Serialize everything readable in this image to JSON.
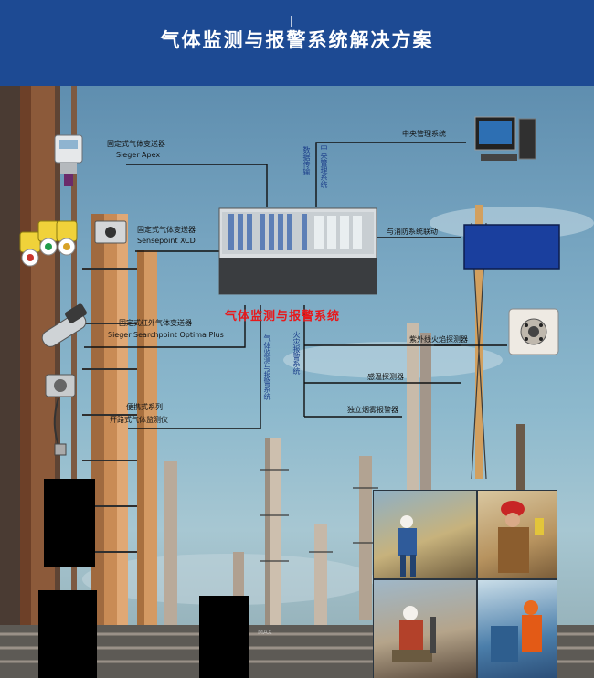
{
  "header": {
    "title": "气体监测与报警系统解决方案"
  },
  "colors": {
    "header_bg": "#1d4a93",
    "accent_red": "#e8181b",
    "fire_panel": "#1a3f9e",
    "vertical_text": "#1c3e8a"
  },
  "diagram": {
    "system_title": "气体监测与报警系统",
    "labels": {
      "sieger_apex_cn": "固定式气体变送器",
      "sieger_apex_en": "Sieger Apex",
      "xcd_cn": "固定式气体变送器",
      "xcd_en": "Sensepoint XCD",
      "optima_cn": "固定式红外气体变送器",
      "optima_en": "Sieger Searchpoint Optima Plus",
      "portable_cn1": "便携式系列",
      "portable_cn2": "开路式气体监测仪",
      "central_mgmt": "中央管理系统",
      "fire_link": "与消防系统联动",
      "uv_ir_flame": "紫外线火焰探测器",
      "heat_detector": "感温探测器",
      "smoke_detector": "独立烟雾报警器"
    },
    "vertical_labels": {
      "data_transfer": "数据传输",
      "central_system": "中央管理系统",
      "gas_alarm_system": "气体监测与报警系统",
      "fire_alarm_system": "火灾报警系统"
    },
    "icons": [
      "gas-transmitter-icon",
      "xcd-sensor-icon",
      "ir-gas-sensor-icon",
      "open-path-sensor-icon",
      "control-panel-icon",
      "computer-icon",
      "flame-detector-icon"
    ]
  }
}
